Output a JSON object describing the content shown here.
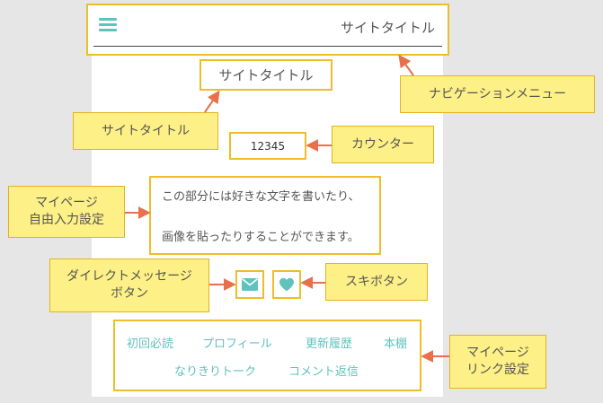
{
  "nav": {
    "title": "サイトタイトル",
    "menu_icon": "hamburger-icon"
  },
  "site_title": "サイトタイトル",
  "counter": "12345",
  "free_text": {
    "line1": "この部分には好きな文字を書いたり、",
    "line2": "画像を貼ったりすることができます。"
  },
  "buttons": {
    "dm_icon": "envelope-icon",
    "like_icon": "heart-icon"
  },
  "links": [
    "初回必読",
    "プロフィール",
    "更新履歴",
    "本棚",
    "なりきりトーク",
    "コメント返信"
  ],
  "callouts": {
    "nav_menu": "ナビゲーションメニュー",
    "site_title": "サイトタイトル",
    "counter": "カウンター",
    "mypage_free": "マイページ\n自由入力設定",
    "dm_button": "ダイレクトメッセージ\nボタン",
    "like_button": "スキボタン",
    "mypage_links": "マイページ\nリンク設定"
  },
  "colors": {
    "accent": "#5fc3bd",
    "callout_fill": "#fdf086",
    "border": "#f0bd2a",
    "arrow": "#e8704a"
  }
}
